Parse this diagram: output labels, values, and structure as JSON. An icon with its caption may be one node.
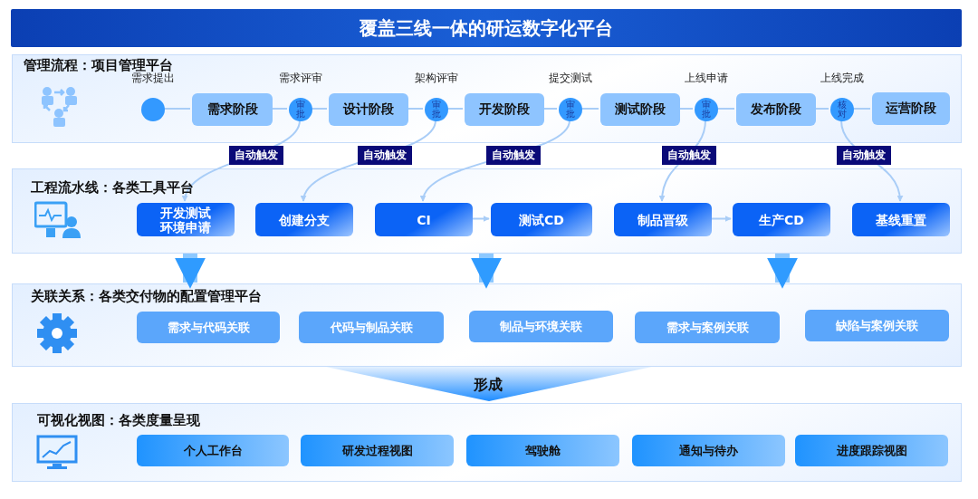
{
  "diagram": {
    "title": "覆盖三线一体的研运数字化平台",
    "nodes": [
      {
        "text": [
          "管理流程：项目管理平台"
        ]
      },
      {
        "text": [],
        "shape": "circle",
        "in": 0,
        "beside": [
          "需求提出"
        ]
      },
      {
        "text": [
          "需求阶段"
        ],
        "in": 0
      },
      {
        "text": [
          "审批"
        ],
        "in": 0,
        "beside": [
          "需求评审"
        ]
      },
      {
        "text": [
          "设计阶段"
        ],
        "in": 0
      },
      {
        "text": [
          "审批"
        ],
        "in": 0,
        "beside": [
          "架构评审"
        ]
      },
      {
        "text": [
          "开发阶段"
        ],
        "in": 0
      },
      {
        "text": [
          "审批"
        ],
        "in": 0,
        "beside": [
          "提交测试"
        ]
      },
      {
        "text": [
          "测试阶段"
        ],
        "in": 0
      },
      {
        "text": [
          "审批"
        ],
        "in": 0,
        "beside": [
          "上线申请"
        ]
      },
      {
        "text": [
          "发布阶段"
        ],
        "in": 0
      },
      {
        "text": [
          "核对"
        ],
        "in": 0,
        "beside": [
          "上线完成"
        ]
      },
      {
        "text": [
          "运营阶段"
        ],
        "in": 0
      },
      {
        "text": [
          "工程流水线：各类工具平台"
        ]
      },
      {
        "text": [
          "开发测试环境申请"
        ],
        "in": 13
      },
      {
        "text": [
          "创建分支"
        ],
        "in": 13
      },
      {
        "text": [
          "CI"
        ],
        "in": 13
      },
      {
        "text": [
          "测试CD"
        ],
        "in": 13
      },
      {
        "text": [
          "制品晋级"
        ],
        "in": 13
      },
      {
        "text": [
          "生产CD"
        ],
        "in": 13
      },
      {
        "text": [
          "基线重置"
        ],
        "in": 13
      },
      {
        "text": [
          "关联关系：各类交付物的配置管理平台"
        ]
      },
      {
        "text": [
          "需求与代码关联"
        ],
        "in": 21
      },
      {
        "text": [
          "代码与制品关联"
        ],
        "in": 21
      },
      {
        "text": [
          "制品与环境关联"
        ],
        "in": 21
      },
      {
        "text": [
          "需求与案例关联"
        ],
        "in": 21
      },
      {
        "text": [
          "缺陷与案例关联"
        ],
        "in": 21
      },
      {
        "text": [
          "可视化视图：各类度量呈现"
        ]
      },
      {
        "text": [
          "个人工作台"
        ],
        "in": 27
      },
      {
        "text": [
          "研发过程视图"
        ],
        "in": 27
      },
      {
        "text": [
          "驾驶舱"
        ],
        "in": 27
      },
      {
        "text": [
          "通知与待办"
        ],
        "in": 27
      },
      {
        "text": [
          "进度跟踪视图"
        ],
        "in": 27
      }
    ],
    "edges": [
      {
        "from": 1,
        "to": 2,
        "arrow": "none"
      },
      {
        "from": 2,
        "to": 3,
        "arrow": "none"
      },
      {
        "from": 3,
        "to": 4,
        "arrow": "none"
      },
      {
        "from": 4,
        "to": 5,
        "arrow": "none"
      },
      {
        "from": 5,
        "to": 6,
        "arrow": "none"
      },
      {
        "from": 6,
        "to": 7,
        "arrow": "none"
      },
      {
        "from": 7,
        "to": 8,
        "arrow": "none"
      },
      {
        "from": 8,
        "to": 9,
        "arrow": "none"
      },
      {
        "from": 9,
        "to": 10,
        "arrow": "none"
      },
      {
        "from": 10,
        "to": 11,
        "arrow": "none"
      },
      {
        "from": 11,
        "to": 12,
        "arrow": "none"
      },
      {
        "from": 3,
        "to": 14,
        "arrow": "to",
        "label": "自动触发"
      },
      {
        "from": 5,
        "to": 15,
        "arrow": "to",
        "label": "自动触发"
      },
      {
        "from": 7,
        "to": 16,
        "arrow": "to",
        "label": "自动触发"
      },
      {
        "from": 9,
        "to": 18,
        "arrow": "to",
        "label": "自动触发"
      },
      {
        "from": 11,
        "to": 20,
        "arrow": "to",
        "label": "自动触发"
      },
      {
        "from": 16,
        "to": 17,
        "arrow": "to"
      },
      {
        "from": 18,
        "to": 19,
        "arrow": "to"
      },
      {
        "from": 13,
        "to": 21,
        "arrow": "to",
        "style": "thick"
      },
      {
        "from": 13,
        "to": 21,
        "arrow": "to",
        "style": "thick"
      },
      {
        "from": 13,
        "to": 21,
        "arrow": "to",
        "style": "thick"
      },
      {
        "from": 21,
        "to": 27,
        "arrow": "to",
        "style": "thick",
        "label": "形成"
      }
    ]
  }
}
